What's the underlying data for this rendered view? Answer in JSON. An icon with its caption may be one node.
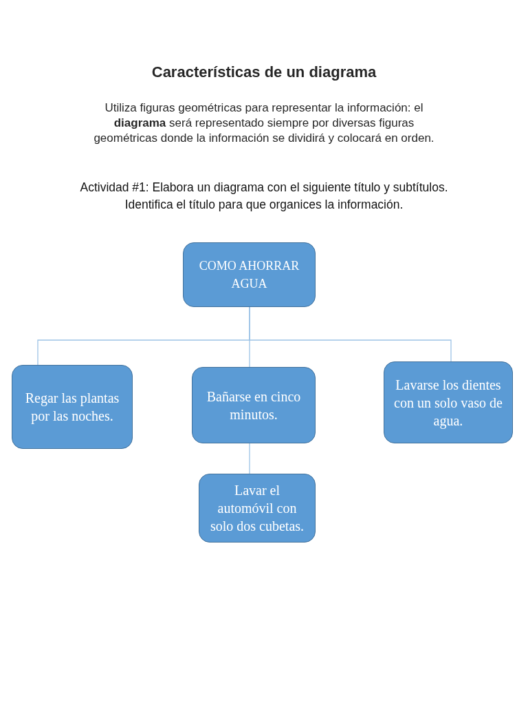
{
  "diagram": {
    "title": "Características de un diagrama",
    "nodes": [
      {
        "text": [
          "COMO AHORRAR AGUA"
        ]
      },
      {
        "text": [
          "Regar las plantas por las noches."
        ]
      },
      {
        "text": [
          "Bañarse en cinco minutos."
        ]
      },
      {
        "text": [
          "Lavarse los dientes con un solo vaso de agua."
        ]
      },
      {
        "text": [
          "Lavar el automóvil con solo dos cubetas."
        ]
      }
    ],
    "edges": [
      {
        "from": 0,
        "to": 1,
        "arrow": "none"
      },
      {
        "from": 0,
        "to": 2,
        "arrow": "none"
      },
      {
        "from": 0,
        "to": 3,
        "arrow": "none"
      },
      {
        "from": 2,
        "to": 4,
        "arrow": "none"
      }
    ],
    "labels": [
      "Utiliza figuras geométricas para representar la información: el **diagrama** será representado siempre por diversas figuras geométricas donde la información se dividirá y colocará en orden.",
      "Actividad #1: Elabora un diagrama con el siguiente título y subtítulos. Identifica el título para que organices la información."
    ]
  }
}
